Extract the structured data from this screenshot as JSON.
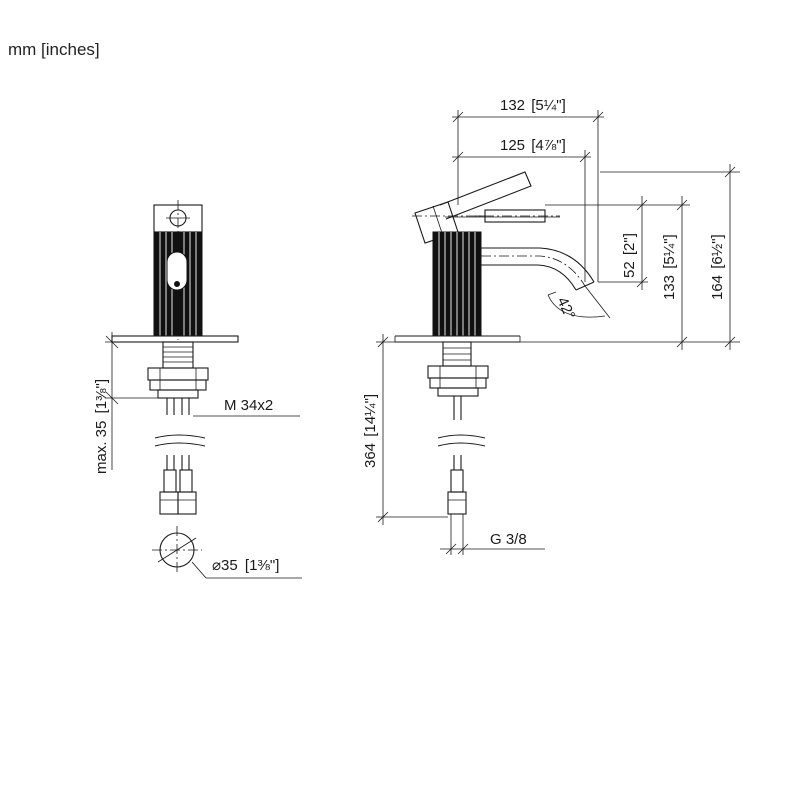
{
  "units": "mm [inches]",
  "front_view": {
    "thread_label": "M 34x2",
    "max_depth_label": "max. 35",
    "max_depth_inch": "1⅜\"",
    "diameter_value": "35",
    "diameter_inch": "1⅜\""
  },
  "side_view": {
    "width_total": "132",
    "width_total_inch": "5¼\"",
    "reach": "125",
    "reach_inch": "4⅞\"",
    "spout_height": "52",
    "spout_height_inch": "2\"",
    "spout_top": "133",
    "spout_top_inch": "5¼\"",
    "total_height": "164",
    "total_height_inch": "6½\"",
    "hose_length": "364",
    "hose_length_inch": "14¼\"",
    "angle": "42°",
    "connection": "G 3/8"
  }
}
